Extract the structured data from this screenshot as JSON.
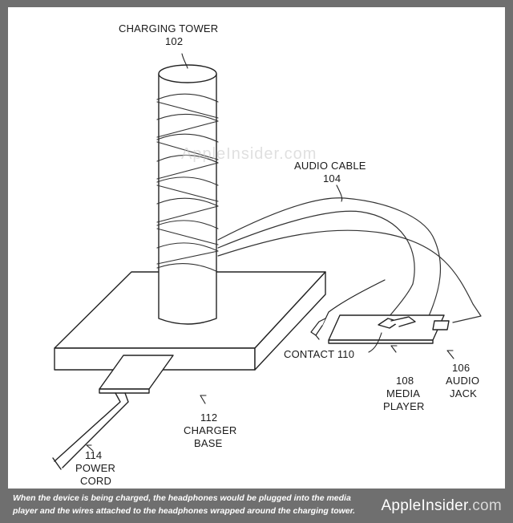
{
  "figure": {
    "labels": {
      "tower_name": "CHARGING TOWER",
      "tower_ref": "102",
      "cable_name": "AUDIO CABLE",
      "cable_ref": "104",
      "contact": "CONTACT 110",
      "player_ref": "108",
      "player_line1": "MEDIA",
      "player_line2": "PLAYER",
      "jack_ref": "106",
      "jack_line1": "AUDIO",
      "jack_line2": "JACK",
      "base_ref": "112",
      "base_line1": "CHARGER",
      "base_line2": "BASE",
      "cord_ref": "114",
      "cord_line1": "POWER",
      "cord_line2": "CORD"
    },
    "watermark": "AppleInsider.com"
  },
  "caption": {
    "line1": "When the device is being charged, the headphones would be plugged into the media",
    "line2": "player and the wires attached to the headphones wrapped around the charging tower."
  },
  "brand": {
    "name": "AppleInsider",
    "suffix": ".com"
  }
}
